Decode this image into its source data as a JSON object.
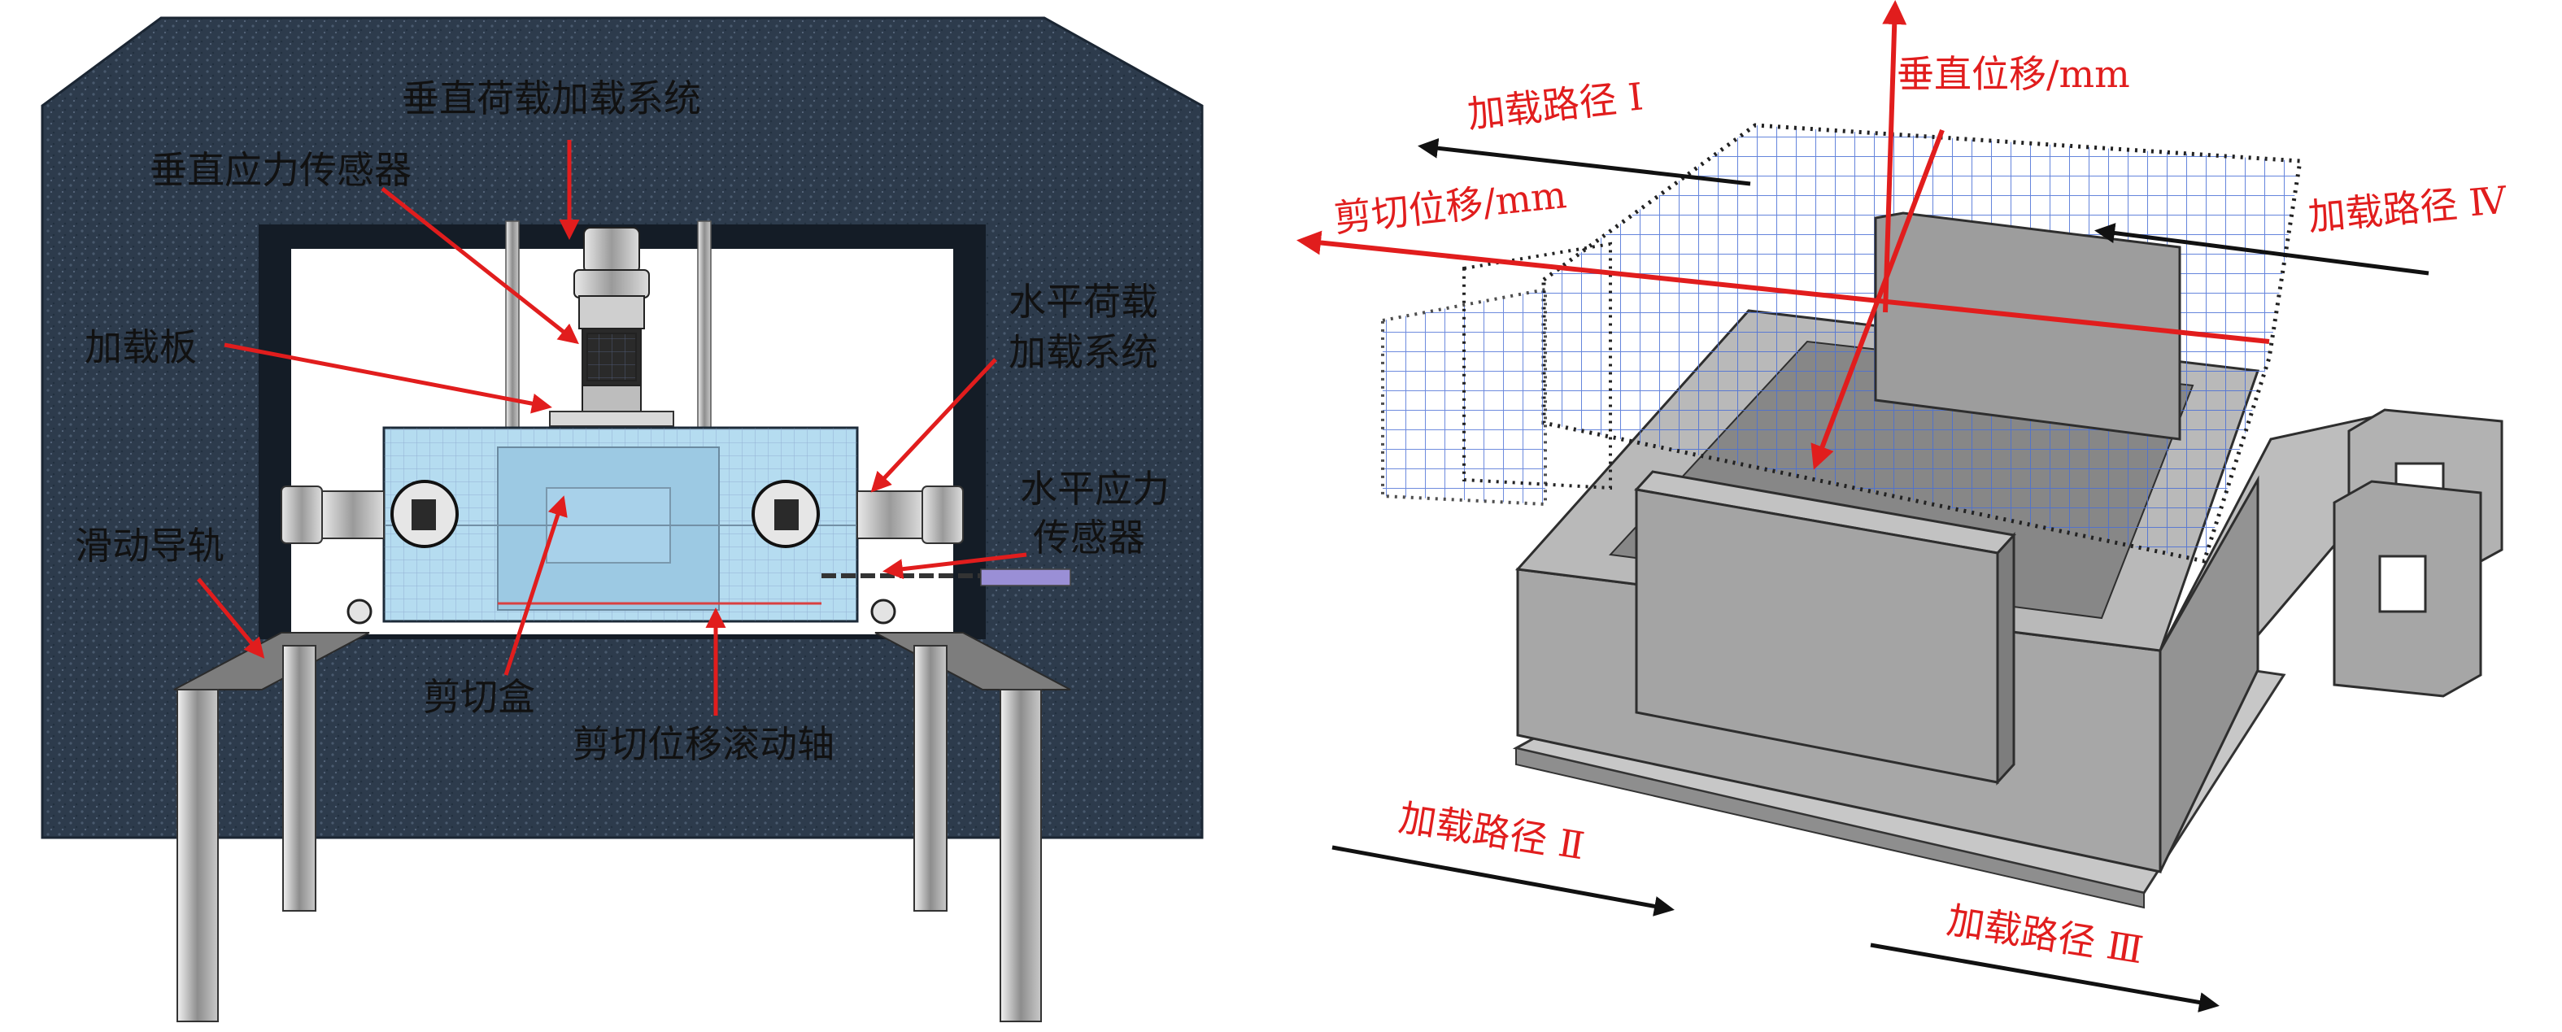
{
  "left_panel": {
    "labels": {
      "vertical_load_system": "垂直荷载加载系统",
      "vertical_stress_sensor": "垂直应力传感器",
      "loading_plate": "加载板",
      "horizontal_load_system_line1": "水平荷载",
      "horizontal_load_system_line2": "加载系统",
      "sliding_rail": "滑动导轨",
      "horizontal_stress_sensor_line1": "水平应力",
      "horizontal_stress_sensor_line2": "传感器",
      "shear_box": "剪切盒",
      "shear_displacement_roller": "剪切位移滚动轴"
    }
  },
  "right_panel": {
    "labels": {
      "vertical_displacement": "垂直位移/mm",
      "shear_displacement": "剪切位移/mm",
      "load_path_1": "加载路径 Ⅰ",
      "load_path_2": "加载路径 Ⅱ",
      "load_path_3": "加载路径 Ⅲ",
      "load_path_4": "加载路径 Ⅳ"
    }
  },
  "colors": {
    "chamber": "#2d3b4c",
    "annotation_red": "#e11d1d",
    "box_blue": "#b5dcf0",
    "grid_blue": "#4a6fd6",
    "concrete": "#a3a3a3"
  }
}
